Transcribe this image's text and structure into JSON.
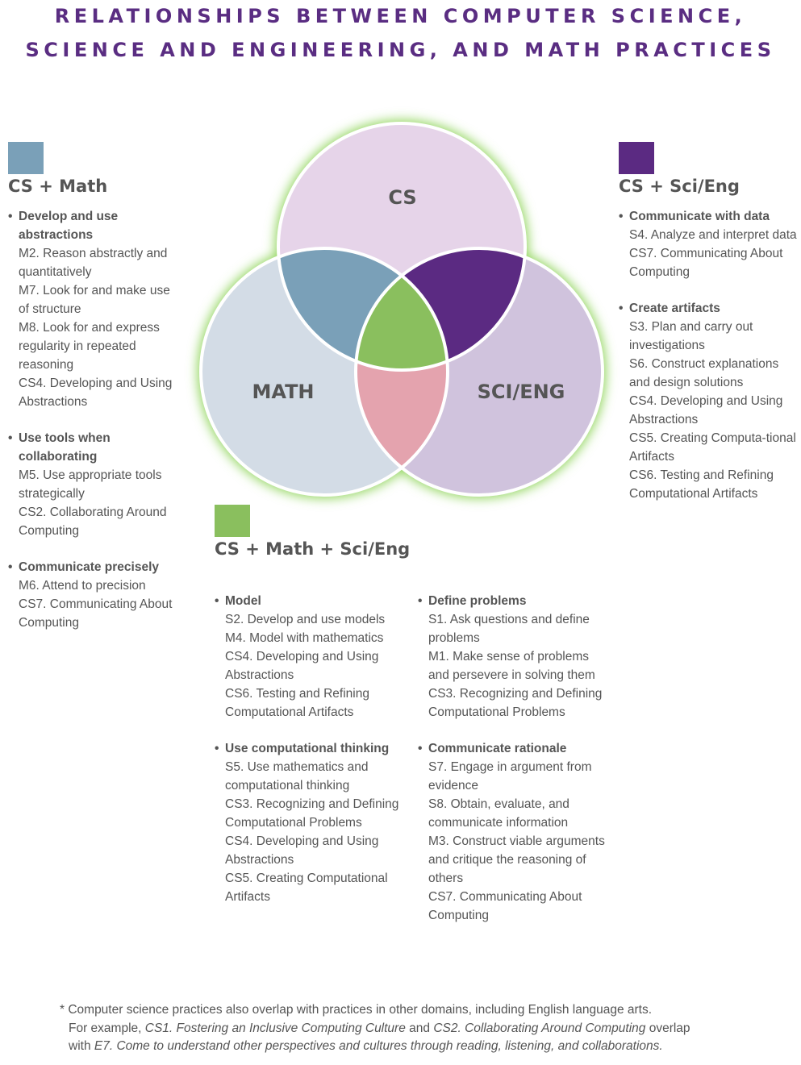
{
  "title": {
    "line1": "RELATIONSHIPS BETWEEN COMPUTER SCIENCE,",
    "line2": "SCIENCE AND ENGINEERING, AND MATH PRACTICES"
  },
  "colors": {
    "title": "#5a2d82",
    "cs_circle": "#e6d4e9",
    "math_circle": "#d3dce6",
    "scieng_circle": "#d0c3dd",
    "cs_math": "#7aa0b8",
    "cs_scieng": "#5b2a82",
    "math_scieng": "#e4a3ae",
    "all_three": "#8abf5e",
    "glow": "#8fd45a"
  },
  "venn": {
    "cs_label": "CS",
    "math_label": "MATH",
    "scieng_label": "SCI/ENG"
  },
  "cs_math": {
    "title": "CS + Math",
    "groups": [
      {
        "title": "Develop and use abstractions",
        "items": [
          "M2. Reason abstractly and quantitatively",
          "M7. Look for and make use of structure",
          "M8. Look for and express regularity in repeated reasoning",
          "CS4. Developing and Using Abstractions"
        ]
      },
      {
        "title": "Use tools when collaborating",
        "items": [
          "M5. Use appropriate tools strategically",
          "CS2. Collaborating Around Computing"
        ]
      },
      {
        "title": "Communicate precisely",
        "items": [
          "M6. Attend to precision",
          "CS7. Communicating About Computing"
        ]
      }
    ]
  },
  "cs_scieng": {
    "title": "CS + Sci/Eng",
    "groups": [
      {
        "title": "Communicate with data",
        "items": [
          "S4. Analyze and interpret data",
          "CS7. Communicating About Computing"
        ]
      },
      {
        "title": "Create artifacts",
        "items": [
          "S3. Plan and carry out investigations",
          "S6. Construct explanations and design solutions",
          "CS4. Developing and Using Abstractions",
          "CS5. Creating Computa-tional Artifacts",
          "CS6. Testing and Refining Computational Artifacts"
        ]
      }
    ]
  },
  "cs_math_scieng": {
    "title": "CS + Math + Sci/Eng",
    "left_groups": [
      {
        "title": "Model",
        "items": [
          "S2. Develop and use models",
          "M4. Model with mathematics",
          "CS4. Developing and Using Abstractions",
          "CS6. Testing and Refining Computational Artifacts"
        ]
      },
      {
        "title": "Use computational thinking",
        "items": [
          "S5. Use mathematics and computational thinking",
          "CS3. Recognizing and Defining Computational Problems",
          "CS4. Developing and Using Abstractions",
          "CS5. Creating Computational Artifacts"
        ]
      }
    ],
    "right_groups": [
      {
        "title": "Define problems",
        "items": [
          "S1. Ask questions and define problems",
          "M1. Make sense of problems and persevere in solving them",
          "CS3. Recognizing and Defining Computational Problems"
        ]
      },
      {
        "title": "Communicate rationale",
        "items": [
          "S7. Engage in argument from evidence",
          "S8. Obtain, evaluate, and communicate information",
          "M3. Construct viable arguments and critique the reasoning of others",
          "CS7. Communicating About Computing"
        ]
      }
    ]
  },
  "footnote": {
    "line1": "* Computer science practices also overlap with practices in other domains, including English language arts.",
    "line2_pre": "For example, ",
    "line2_i1": "CS1. Fostering an Inclusive Computing Culture",
    "line2_mid": " and ",
    "line2_i2": "CS2. Collaborating Around Computing",
    "line2_post": " overlap",
    "line3_pre": "with ",
    "line3_i": "E7. Come to understand other perspectives and cultures through reading, listening, and collaborations."
  }
}
